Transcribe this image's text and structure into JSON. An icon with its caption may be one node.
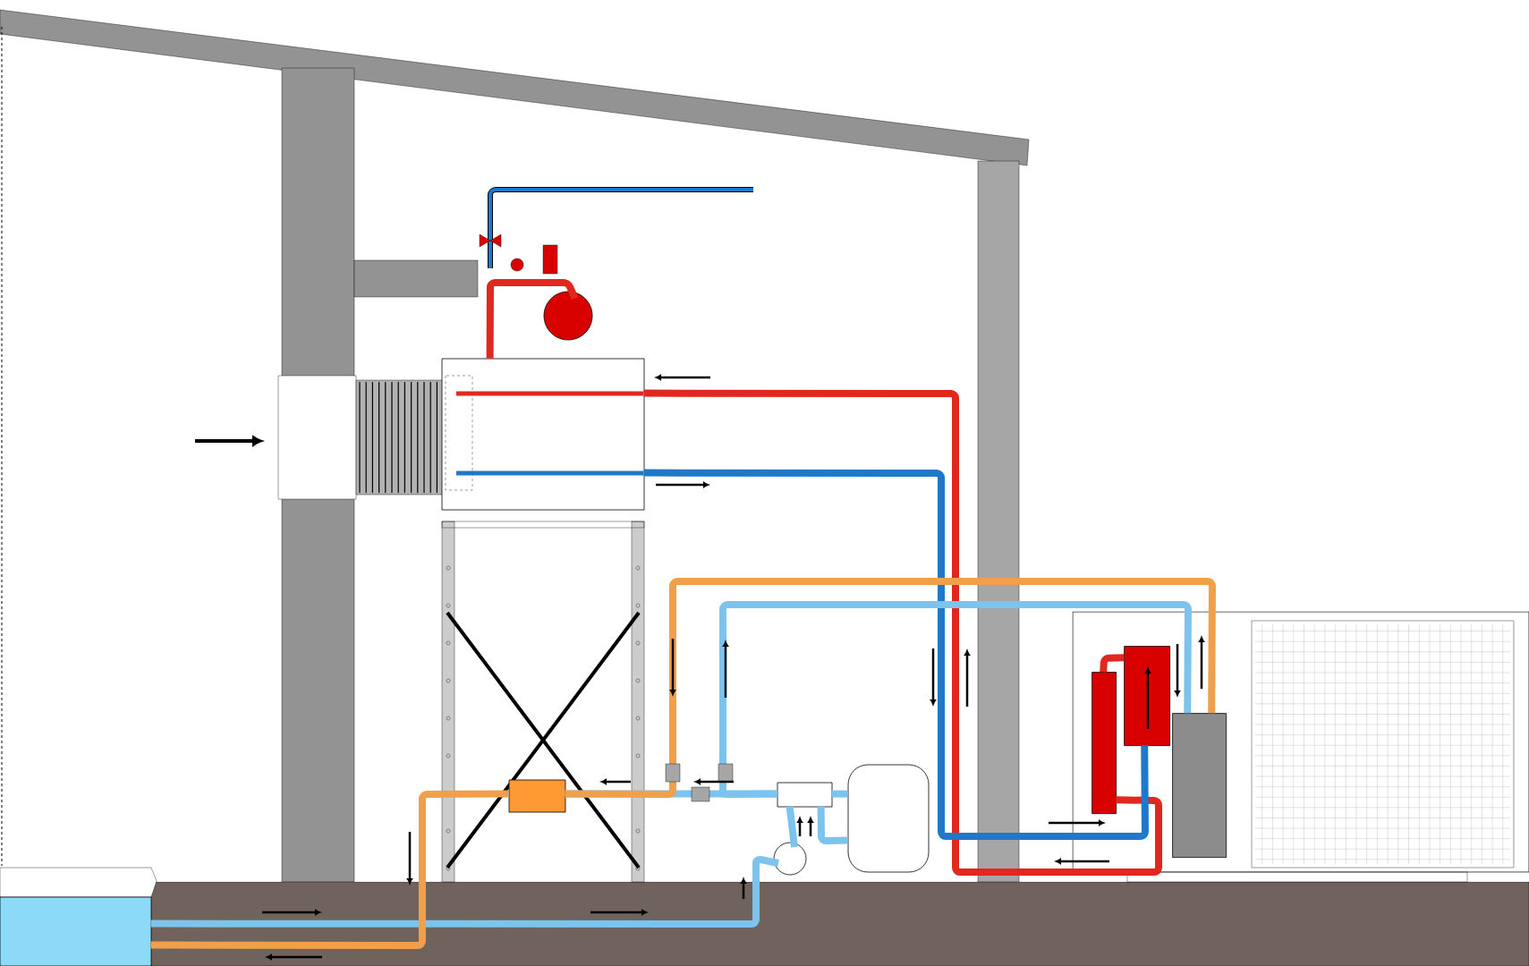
{
  "diagram": {
    "nodes": [
      {
        "text": [],
        "shape": "box"
      },
      {
        "text": [],
        "shape": "circle"
      },
      {
        "text": [],
        "shape": "box"
      },
      {
        "text": [],
        "shape": "box",
        "in": 2
      },
      {
        "text": [],
        "shape": "box",
        "in": 2
      },
      {
        "text": [],
        "shape": "box",
        "in": 2
      },
      {
        "text": [],
        "shape": "cylinder"
      },
      {
        "text": [],
        "shape": "box"
      },
      {
        "text": [],
        "shape": "circle"
      },
      {
        "text": [],
        "shape": "box"
      },
      {
        "text": [],
        "shape": "box"
      }
    ],
    "edges": [
      {
        "from": 0,
        "to": 3,
        "arrow": "none",
        "color": "#e0281e"
      },
      {
        "from": 3,
        "to": 4,
        "arrow": "none",
        "color": "#e0281e"
      },
      {
        "from": 0,
        "to": 4,
        "arrow": "none",
        "color": "#1f78c8"
      },
      {
        "from": 0,
        "to": 1,
        "arrow": "none",
        "color": "#e0281e"
      },
      {
        "from": 10,
        "to": 8,
        "arrow": "none",
        "color": "#7cc4ee"
      },
      {
        "from": 8,
        "to": 7,
        "arrow": "none",
        "color": "#7cc4ee"
      },
      {
        "from": 7,
        "to": 6,
        "arrow": "none",
        "color": "#7cc4ee"
      },
      {
        "from": 6,
        "to": 7,
        "arrow": "none",
        "color": "#7cc4ee"
      },
      {
        "from": 7,
        "to": 5,
        "arrow": "none",
        "color": "#7cc4ee"
      },
      {
        "from": 7,
        "to": 9,
        "arrow": "none",
        "color": "#7cc4ee"
      },
      {
        "from": 5,
        "to": 9,
        "arrow": "none",
        "color": "#f0a04b"
      },
      {
        "from": 9,
        "to": 10,
        "arrow": "none",
        "color": "#f0a04b"
      }
    ]
  }
}
